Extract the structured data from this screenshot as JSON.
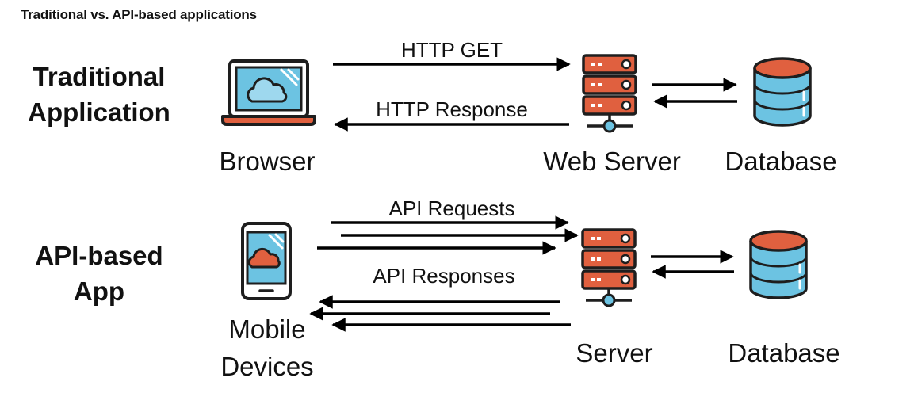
{
  "page_title": "Traditional vs. API-based applications",
  "traditional": {
    "title_line1": "Traditional",
    "title_line2": "Application",
    "browser_label": "Browser",
    "web_server_label": "Web Server",
    "database_label": "Database",
    "request_label": "HTTP GET",
    "response_label": "HTTP Response"
  },
  "api": {
    "title_line1": "API-based",
    "title_line2": "App",
    "client_label_line1": "Mobile",
    "client_label_line2": "Devices",
    "server_label": "Server",
    "database_label": "Database",
    "request_label": "API Requests",
    "response_label": "API Responses"
  },
  "icons": {
    "client_traditional": "laptop-cloud-icon",
    "client_api": "smartphone-cloud-icon",
    "server": "server-rack-icon",
    "database": "database-icon"
  },
  "colors": {
    "accent_orange": "#e0603f",
    "accent_blue": "#6cc3e2",
    "outline": "#1e1e1e",
    "arrow": "#000000"
  }
}
